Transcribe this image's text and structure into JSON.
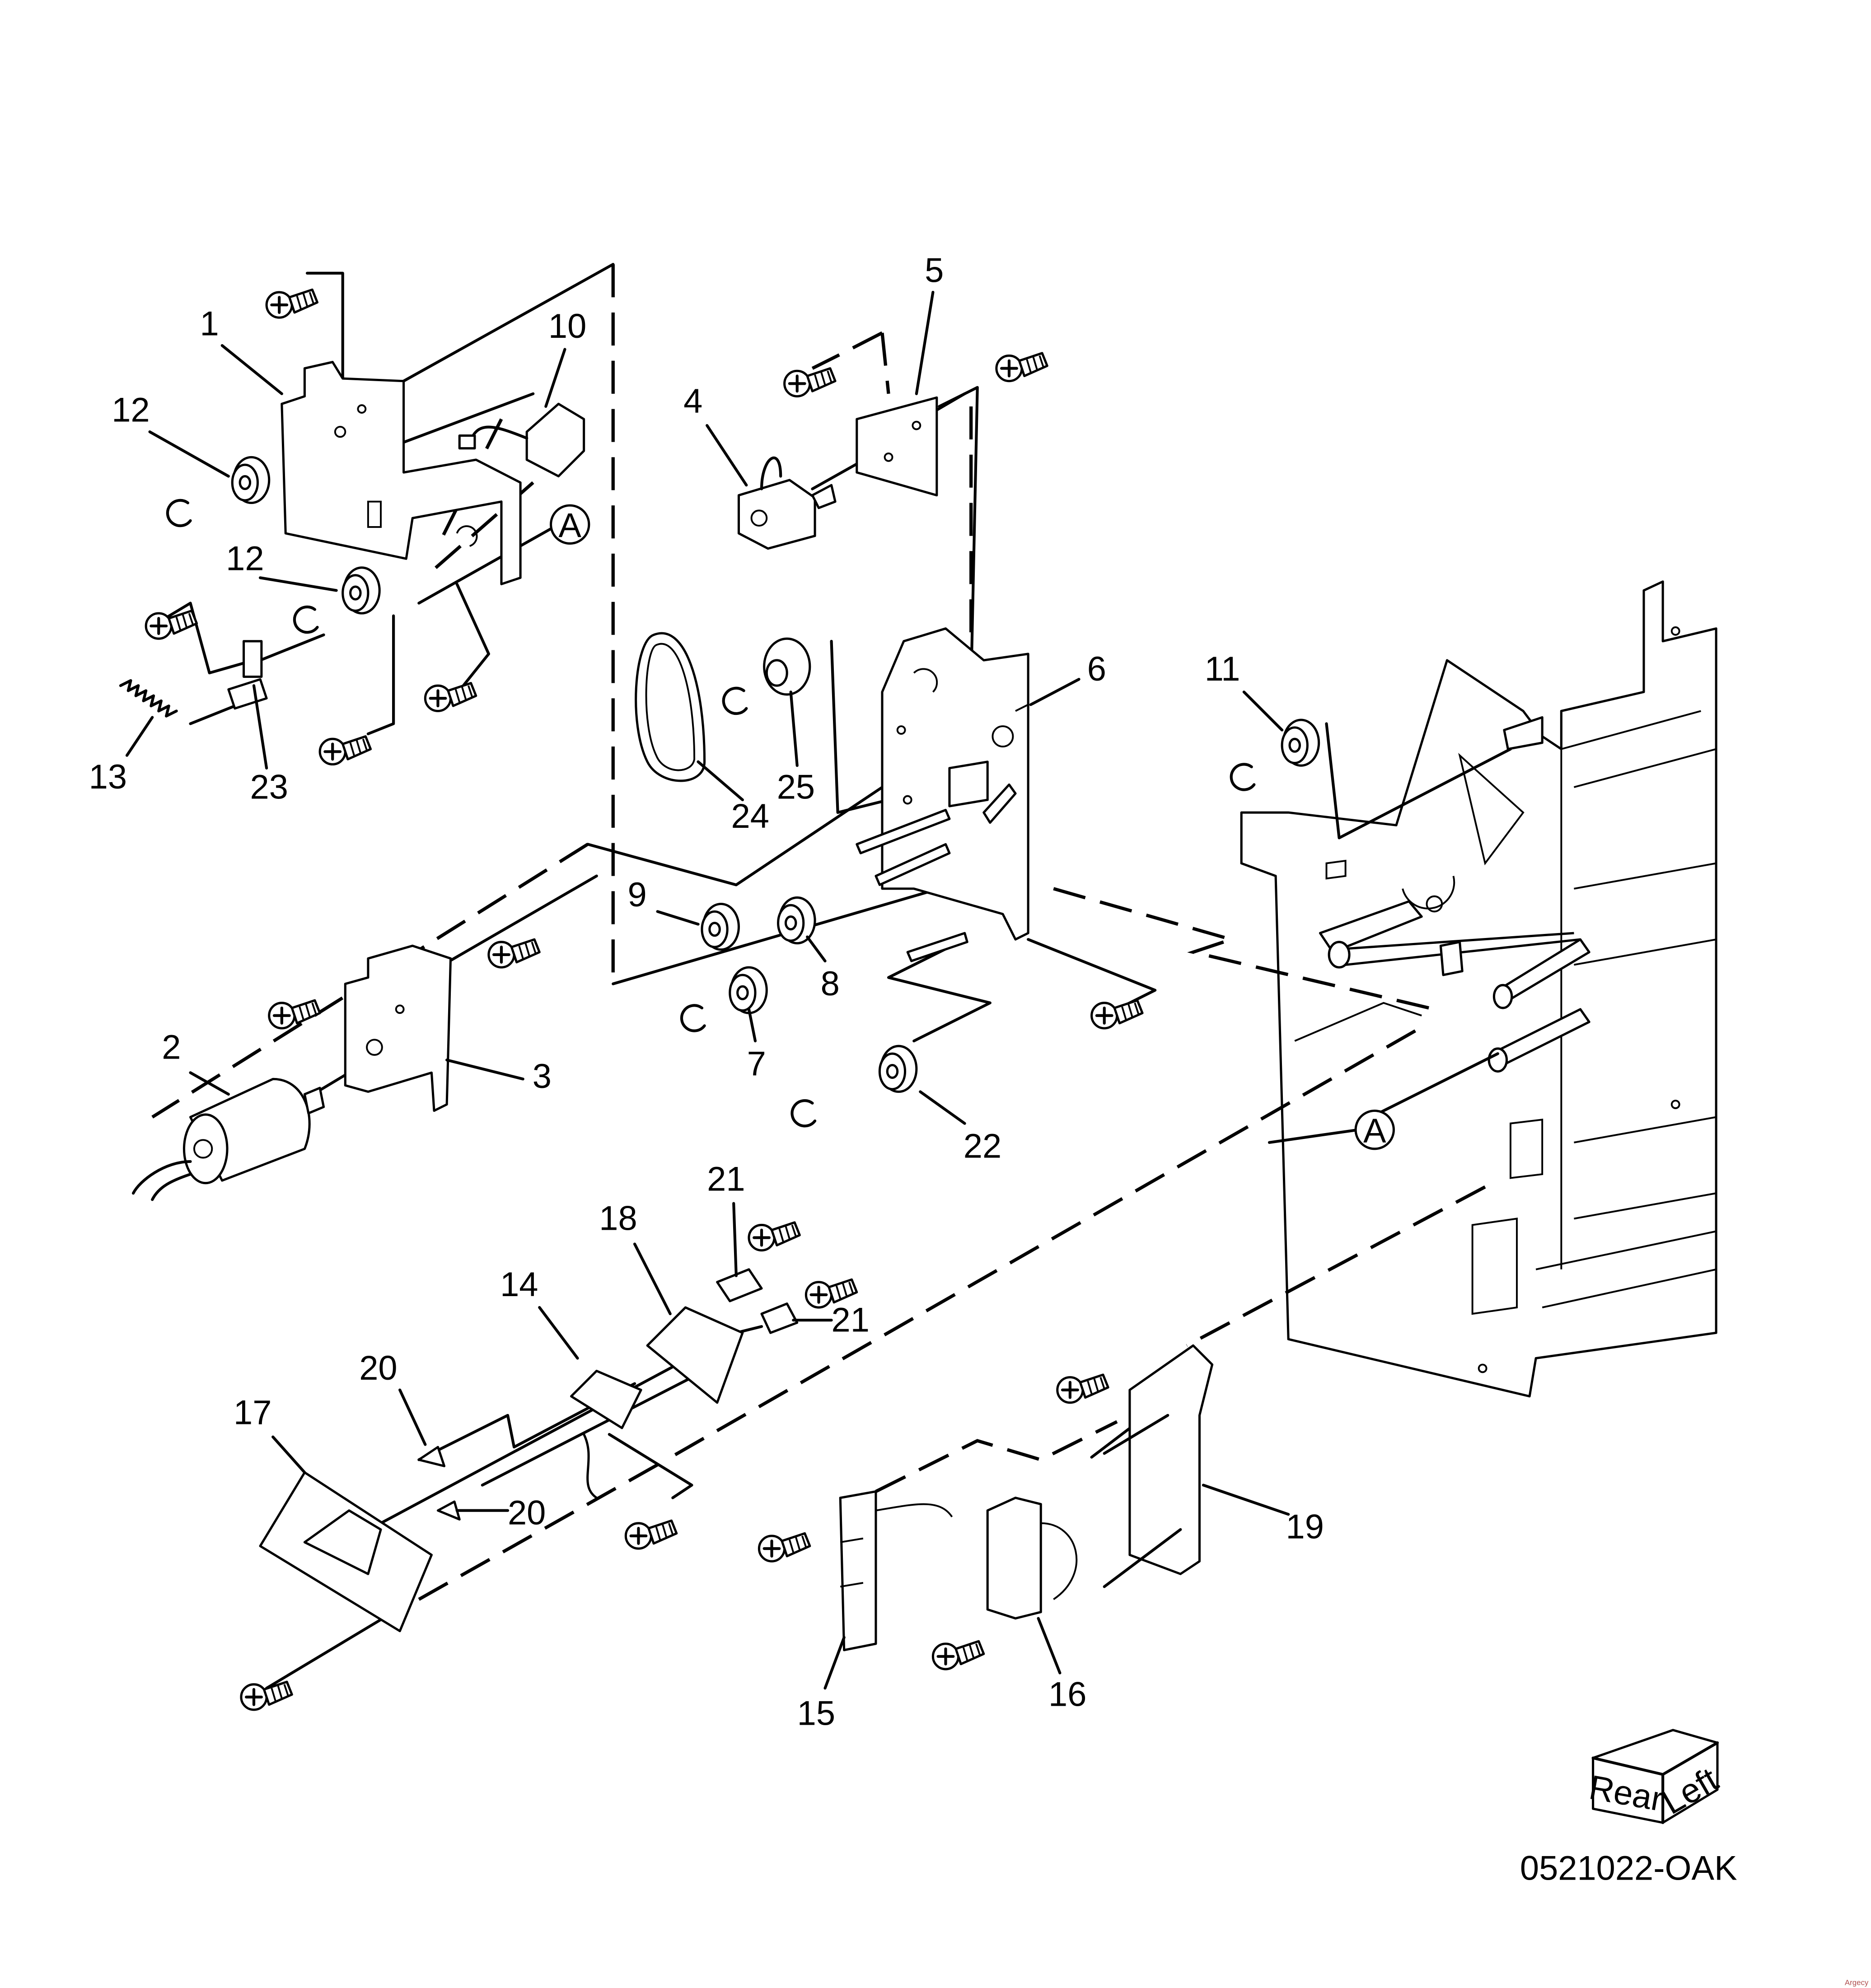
{
  "figure": {
    "drawing_code": "0521022-OAK",
    "watermark": "Argecy",
    "orientation_cube": {
      "front_face": "Rear",
      "side_face": "Left"
    },
    "reference_marker": "A"
  },
  "callouts": {
    "c1": "1",
    "c2": "2",
    "c3": "3",
    "c4": "4",
    "c5": "5",
    "c6": "6",
    "c7": "7",
    "c8": "8",
    "c9": "9",
    "c10": "10",
    "c11": "11",
    "c12a": "12",
    "c12b": "12",
    "c13": "13",
    "c14": "14",
    "c15": "15",
    "c16": "16",
    "c17": "17",
    "c18": "18",
    "c19": "19",
    "c20a": "20",
    "c20b": "20",
    "c21a": "21",
    "c21b": "21",
    "c22": "22",
    "c23": "23",
    "c24": "24",
    "c25": "25"
  }
}
